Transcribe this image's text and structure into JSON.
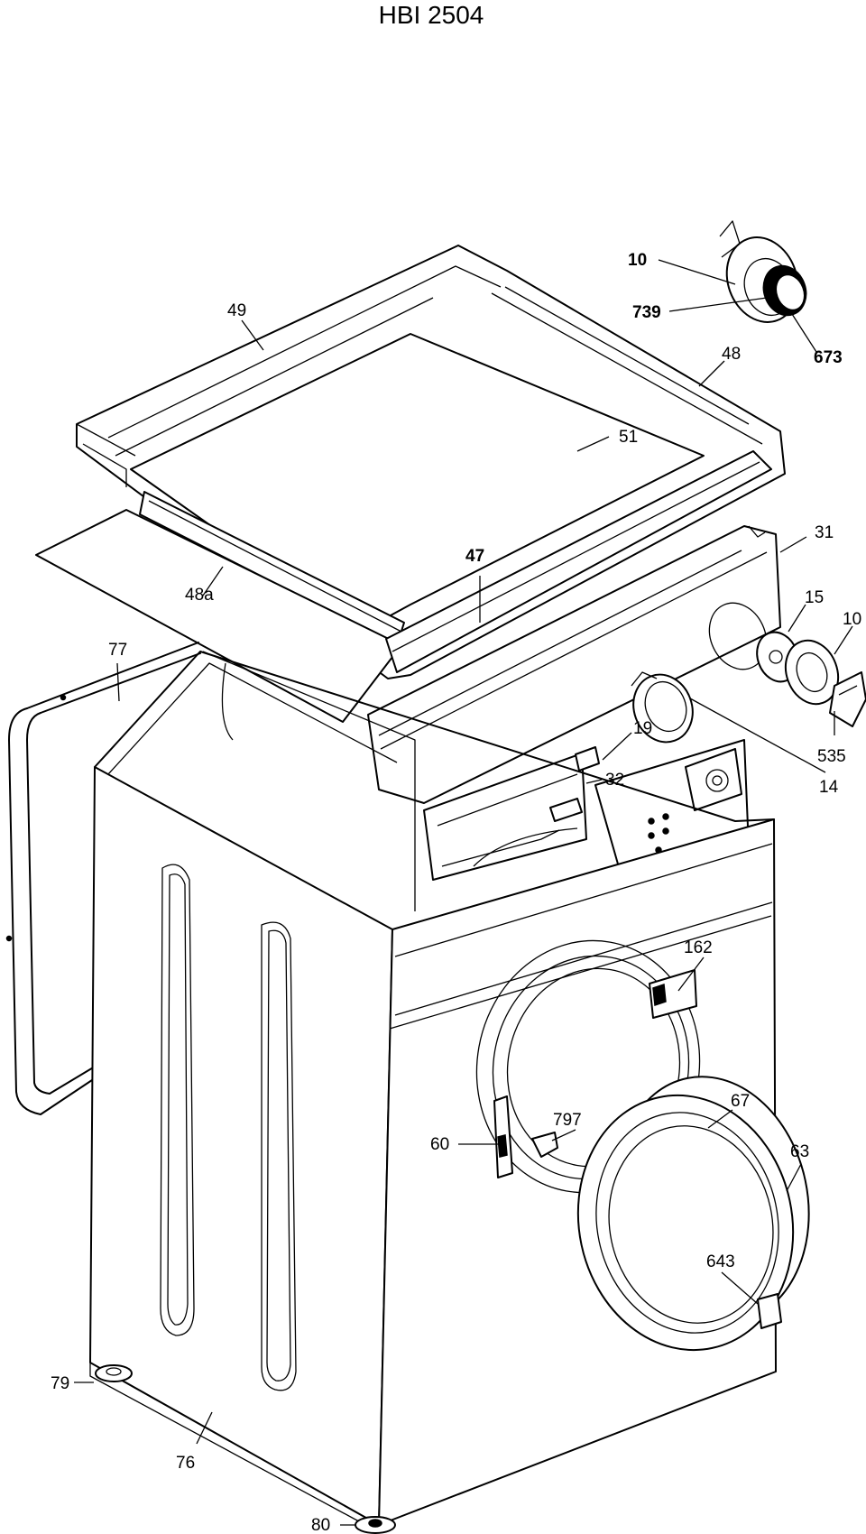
{
  "title": "HBI 2504",
  "callouts": {
    "c10_top": "10",
    "c739": "739",
    "c673": "673",
    "c49": "49",
    "c48": "48",
    "c51": "51",
    "c48a": "48a",
    "c47": "47",
    "c31": "31",
    "c15": "15",
    "c10_right": "10",
    "c77": "77",
    "c19": "19",
    "c535": "535",
    "c32": "32",
    "c14": "14",
    "c162": "162",
    "c797": "797",
    "c67": "67",
    "c60": "60",
    "c63": "63",
    "c643": "643",
    "c79": "79",
    "c76": "76",
    "c80": "80"
  }
}
